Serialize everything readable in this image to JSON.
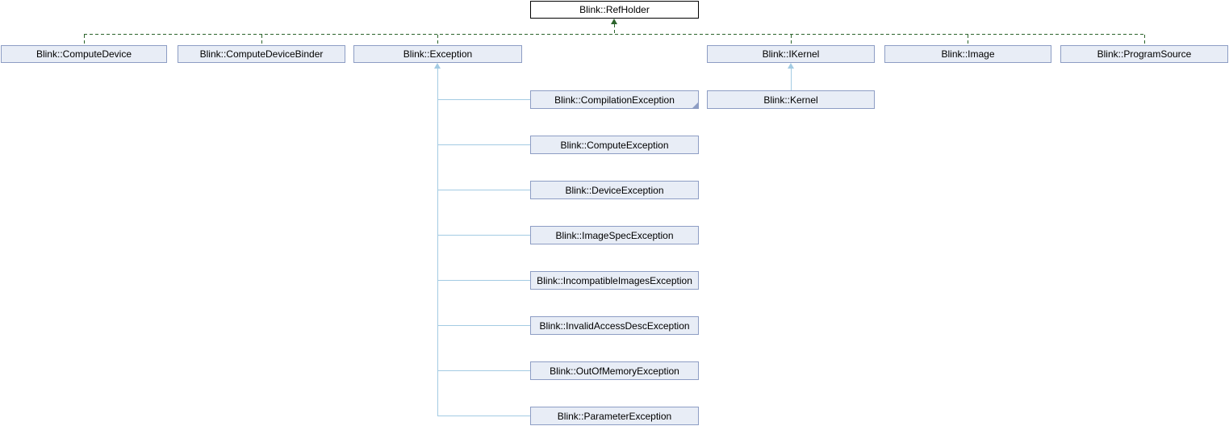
{
  "colors": {
    "box_fill": "#e8edf6",
    "box_border": "#8d9dc4",
    "root_fill": "#ffffff",
    "root_border": "#000000",
    "green_line": "#2c642c",
    "blue_line": "#a3cbe3",
    "text": "#000000"
  },
  "diagram": {
    "root": {
      "label": "Blink::RefHolder"
    },
    "base_row": [
      {
        "label": "Blink::ComputeDevice"
      },
      {
        "label": "Blink::ComputeDeviceBinder"
      },
      {
        "label": "Blink::Exception"
      },
      {
        "label": "Blink::IKernel"
      },
      {
        "label": "Blink::Image"
      },
      {
        "label": "Blink::ProgramSource"
      }
    ],
    "exception_subclasses": [
      {
        "label": "Blink::CompilationException",
        "has_more_subclasses": true
      },
      {
        "label": "Blink::ComputeException"
      },
      {
        "label": "Blink::DeviceException"
      },
      {
        "label": "Blink::ImageSpecException"
      },
      {
        "label": "Blink::IncompatibleImagesException"
      },
      {
        "label": "Blink::InvalidAccessDescException"
      },
      {
        "label": "Blink::OutOfMemoryException"
      },
      {
        "label": "Blink::ParameterException"
      }
    ],
    "ikernel_subclasses": [
      {
        "label": "Blink::Kernel"
      }
    ]
  }
}
